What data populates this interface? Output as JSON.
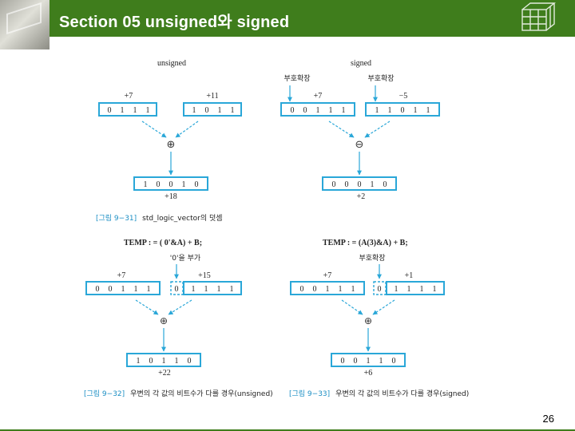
{
  "header": {
    "title": "Section 05 unsigned와 signed"
  },
  "page_number": "26",
  "colors": {
    "header_green": "#3f7d1c",
    "register_blue": "#2aa7d8",
    "caption_blue": "#1c8fc4"
  },
  "fig31": {
    "unsigned_label": "unsigned",
    "signed_label": "signed",
    "ext_left": "부호확장",
    "ext_right": "부호확장",
    "u_a_val": "+7",
    "u_b_val": "+11",
    "u_a_bits": [
      "0",
      "1",
      "1",
      "1"
    ],
    "u_b_bits": [
      "1",
      "0",
      "1",
      "1"
    ],
    "u_op": "⊕",
    "u_result_bits": [
      "1",
      "0",
      "0",
      "1",
      "0"
    ],
    "u_result_val": "+18",
    "s_a_val": "+7",
    "s_b_val": "−5",
    "s_a_bits": [
      "0",
      "0",
      "1",
      "1",
      "1"
    ],
    "s_b_bits": [
      "1",
      "1",
      "0",
      "1",
      "1"
    ],
    "s_op": "⊖",
    "s_result_bits": [
      "0",
      "0",
      "0",
      "1",
      "0"
    ],
    "s_result_val": "+2",
    "caption_num": "[그림 9−31]",
    "caption_text": "std_logic_vector의 덧셈"
  },
  "fig32": {
    "temp": "TEMP : = ( 0'&A) + B;",
    "note": "'0'을 부가",
    "a_val": "+7",
    "b_val": "+15",
    "a_bits": [
      "0",
      "0",
      "1",
      "1",
      "1"
    ],
    "pad_bit": "0",
    "b_bits": [
      "1",
      "1",
      "1",
      "1"
    ],
    "op": "⊕",
    "result_bits": [
      "1",
      "0",
      "1",
      "1",
      "0"
    ],
    "result_val": "+22",
    "caption_num": "[그림 9−32]",
    "caption_text": "우변의 각 값의 비트수가 다를 경우(unsigned)"
  },
  "fig33": {
    "temp": "TEMP : = (A(3)&A) + B;",
    "note": "부호확장",
    "a_val": "+7",
    "b_val": "+1",
    "a_bits": [
      "0",
      "0",
      "1",
      "1",
      "1"
    ],
    "pad_bit": "0",
    "b_bits": [
      "1",
      "1",
      "1",
      "1"
    ],
    "op": "⊕",
    "result_bits": [
      "0",
      "0",
      "1",
      "1",
      "0"
    ],
    "result_val": "+6",
    "caption_num": "[그림 9−33]",
    "caption_text": "우변의 각 값의 비트수가 다를 경우(signed)"
  }
}
